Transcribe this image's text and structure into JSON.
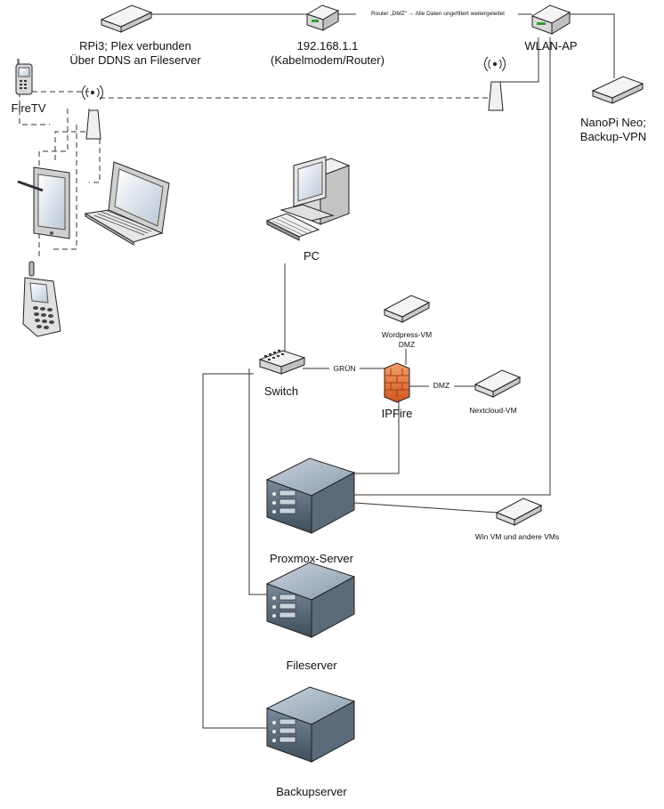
{
  "labels": {
    "rpi": [
      "RPi3; Plex verbunden",
      "Über DDNS an Fileserver"
    ],
    "router": [
      "192.168.1.1",
      "(Kabelmodem/Router)"
    ],
    "wlan": "WLAN-AP",
    "nanopi": [
      "NanoPi Neo;",
      "Backup-VPN"
    ],
    "firetv": "FireTV",
    "pc": "PC",
    "wordpress": [
      "Wordpress-VM",
      "DMZ"
    ],
    "switch": "Switch",
    "gruen": "GRÜN",
    "dmz_link": "DMZ",
    "ipfire": "IPFire",
    "nextcloud": "Nextcloud-VM",
    "winvm": "Win VM und andere VMs",
    "proxmox": "Proxmox-Server",
    "fileserver": "Fileserver",
    "backupserver": "Backupserver",
    "router_note": "Router „DMZ“ → Alle Daten ungefiltert weitergeleitet"
  },
  "icons": [
    "server-box-icon",
    "router-icon",
    "wifi-access-point-icon",
    "mini-pc-icon",
    "phone-icon",
    "wifi-antenna-icon",
    "tablet-icon",
    "laptop-icon",
    "cell-phone-icon",
    "desktop-pc-icon",
    "network-switch-icon",
    "firewall-icon",
    "rack-server-icon"
  ],
  "colors": {
    "line": "#333333",
    "device_top": "#f2f2f2",
    "device_side": "#d9d9d9",
    "firewall": "#e8763a",
    "server": "#8a9bab"
  }
}
